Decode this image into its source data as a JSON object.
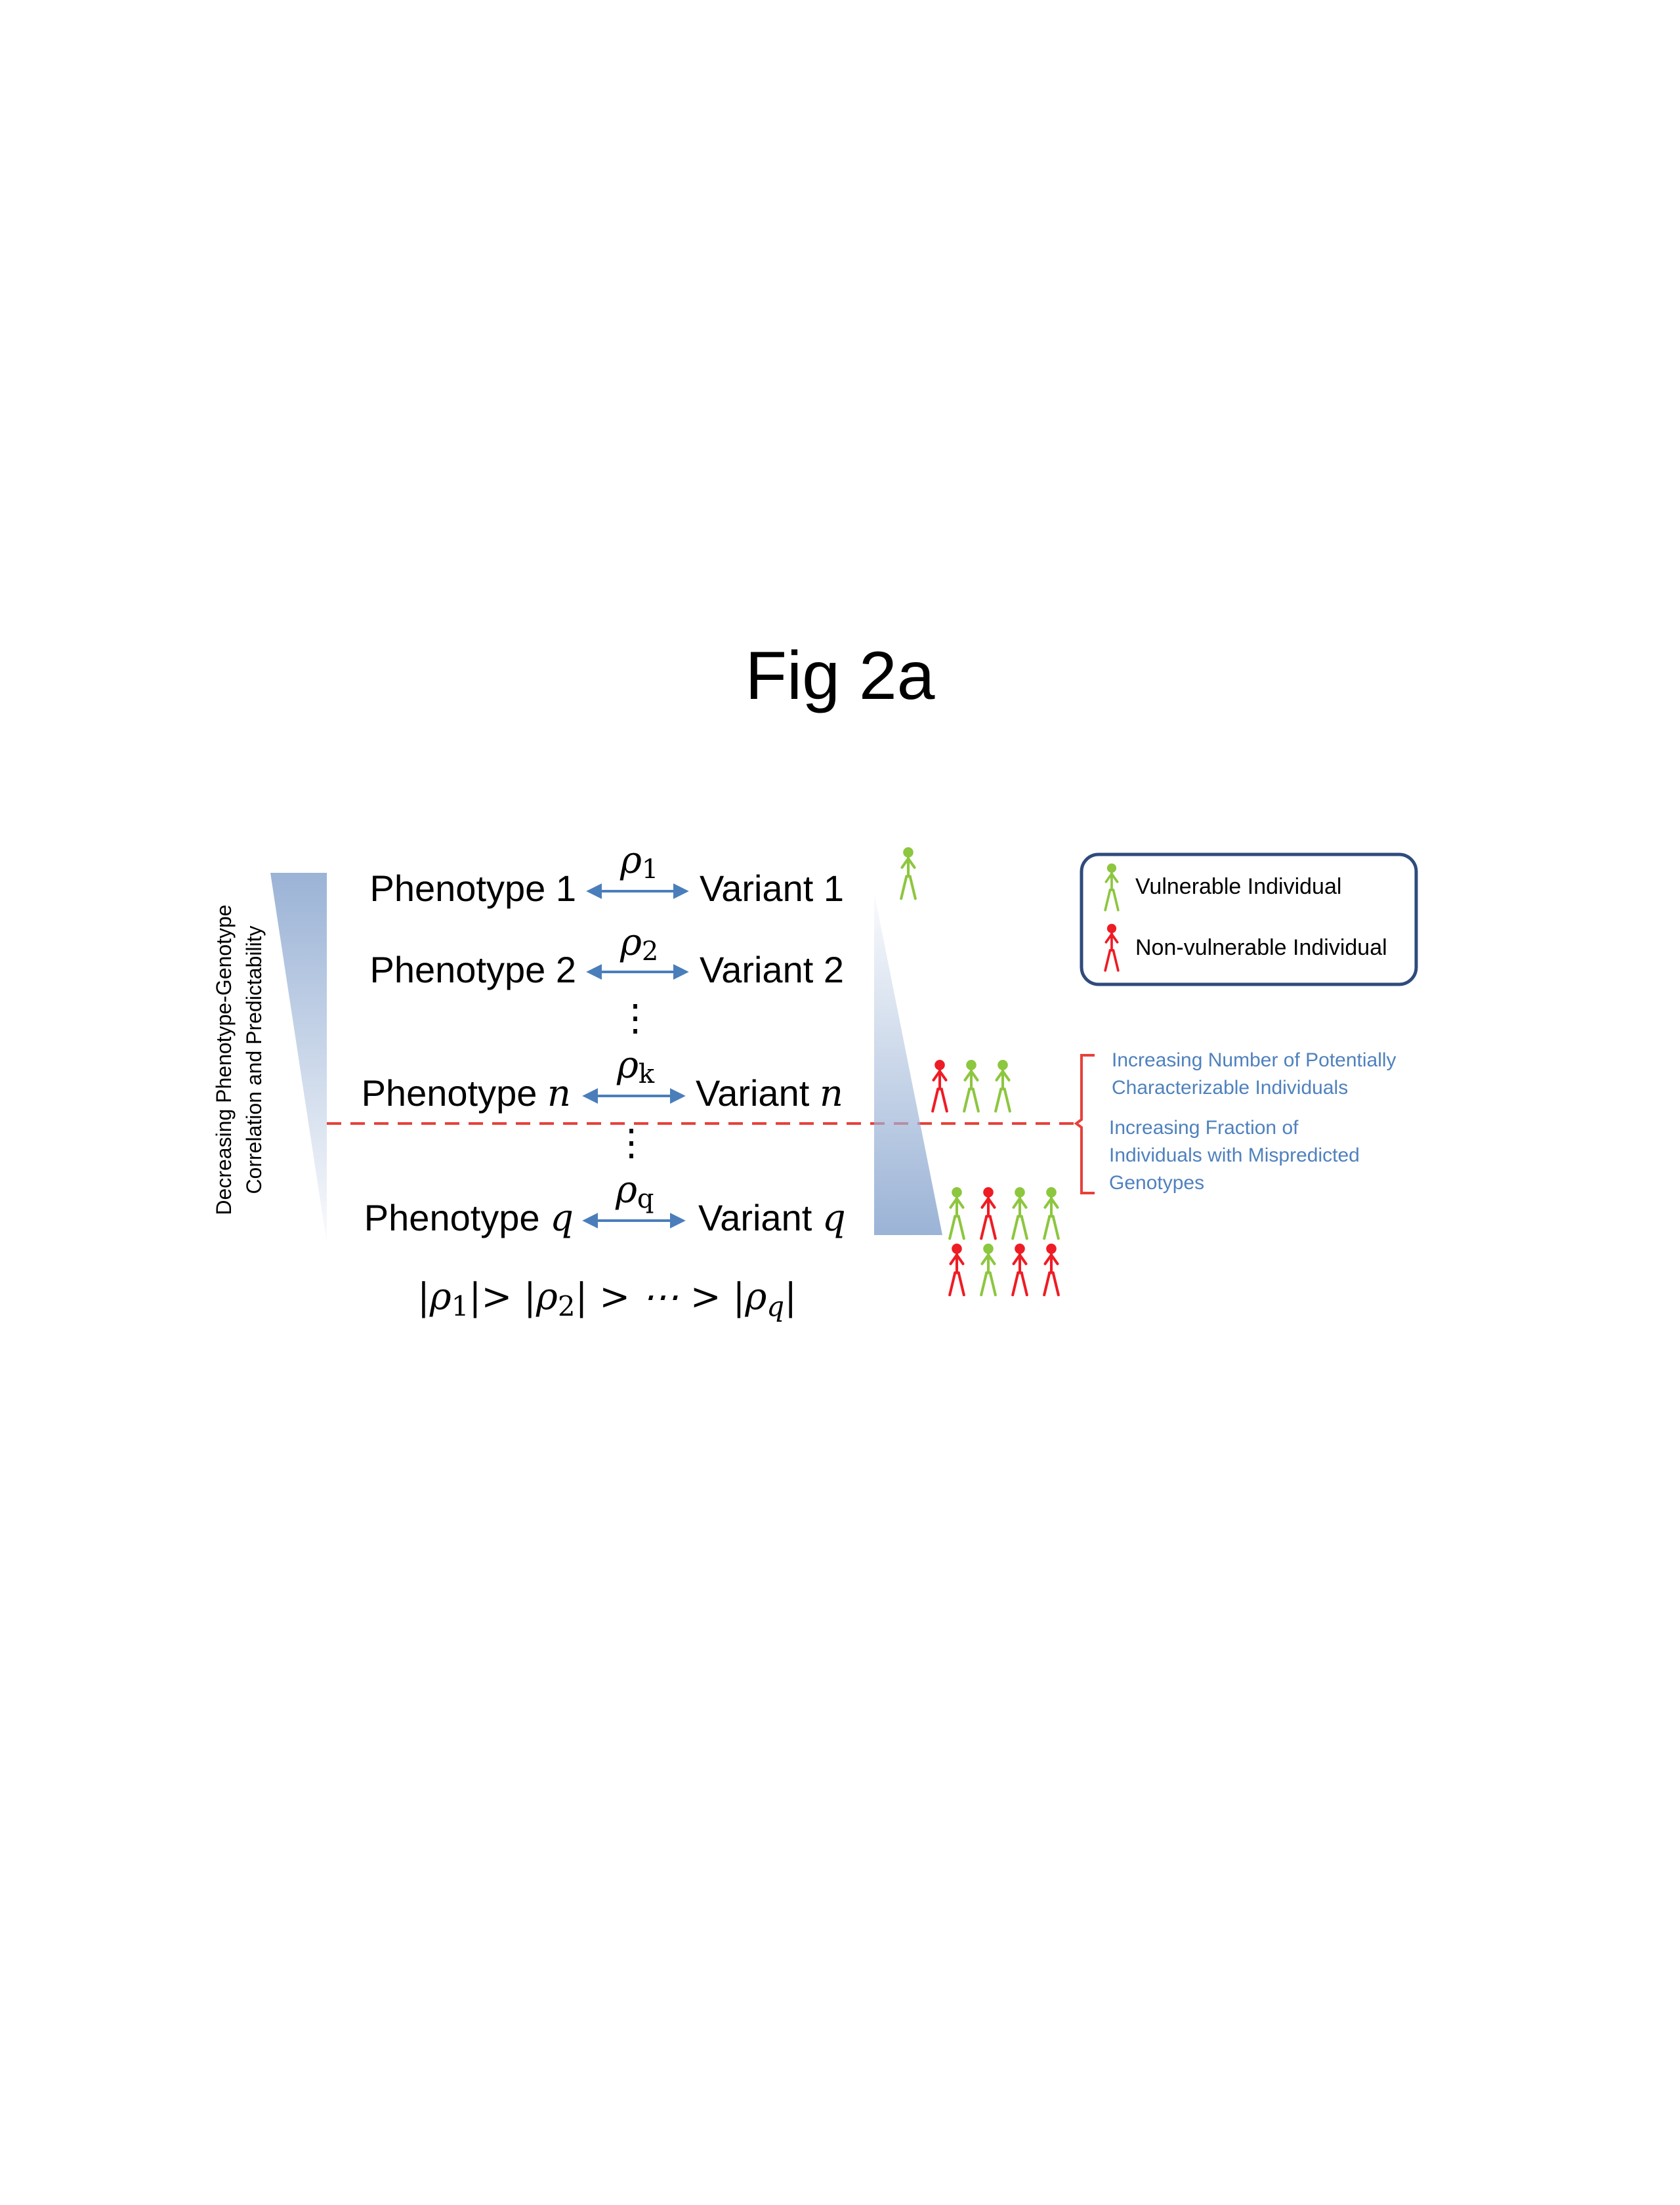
{
  "title": "Fig 2a",
  "rows": [
    {
      "phenotype": "Phenotype 1",
      "phenotype_var": "",
      "variant": "Variant 1",
      "variant_var": "",
      "rho": "ρ",
      "rho_sub": "1"
    },
    {
      "phenotype": "Phenotype 2",
      "phenotype_var": "",
      "variant": "Variant 2",
      "variant_var": "",
      "rho": "ρ",
      "rho_sub": "2"
    },
    {
      "phenotype": "Phenotype ",
      "phenotype_var": "n",
      "variant": "Variant ",
      "variant_var": "n",
      "rho": "ρ",
      "rho_sub": "k"
    },
    {
      "phenotype": "Phenotype ",
      "phenotype_var": "q",
      "variant": "Variant ",
      "variant_var": "q",
      "rho": "ρ",
      "rho_sub": "q"
    }
  ],
  "ellipsis": "⋮",
  "inequality": {
    "p1": "|ρ",
    "s1": "1",
    "p2": "|> |ρ",
    "s2": "2",
    "p3": "| > ⋯ > |ρ",
    "s3": "q",
    "p4": "|"
  },
  "left_axis_label": {
    "line1": "Decreasing Phenotype-Genotype",
    "line2": "Correlation and Predictability"
  },
  "legend": {
    "vulnerable": "Vulnerable Individual",
    "non_vulnerable": "Non-vulnerable Individual"
  },
  "annotations": {
    "upper": [
      "Increasing Number of Potentially",
      "Characterizable Individuals"
    ],
    "lower": [
      "Increasing Fraction of",
      "Individuals with Mispredicted",
      "Genotypes"
    ]
  },
  "colors": {
    "vulnerable": "#8dc63f",
    "non_vulnerable": "#ee1c24",
    "arrow": "#4a7ebb",
    "annotation_text": "#4f81bd",
    "dashed_line": "#e8403a",
    "bracket": "#e8403a",
    "wedge": "#9bb3d6",
    "legend_border": "#2f4b7c"
  },
  "icons": {
    "individual": "person-stick-figure-icon",
    "arrow": "double-headed-arrow-icon"
  },
  "groups": {
    "row1": [
      "vulnerable"
    ],
    "rowN": [
      "non_vulnerable",
      "vulnerable",
      "vulnerable"
    ],
    "rowQ_top": [
      "vulnerable",
      "non_vulnerable",
      "vulnerable",
      "vulnerable"
    ],
    "rowQ_bottom": [
      "non_vulnerable",
      "vulnerable",
      "non_vulnerable",
      "non_vulnerable"
    ]
  }
}
